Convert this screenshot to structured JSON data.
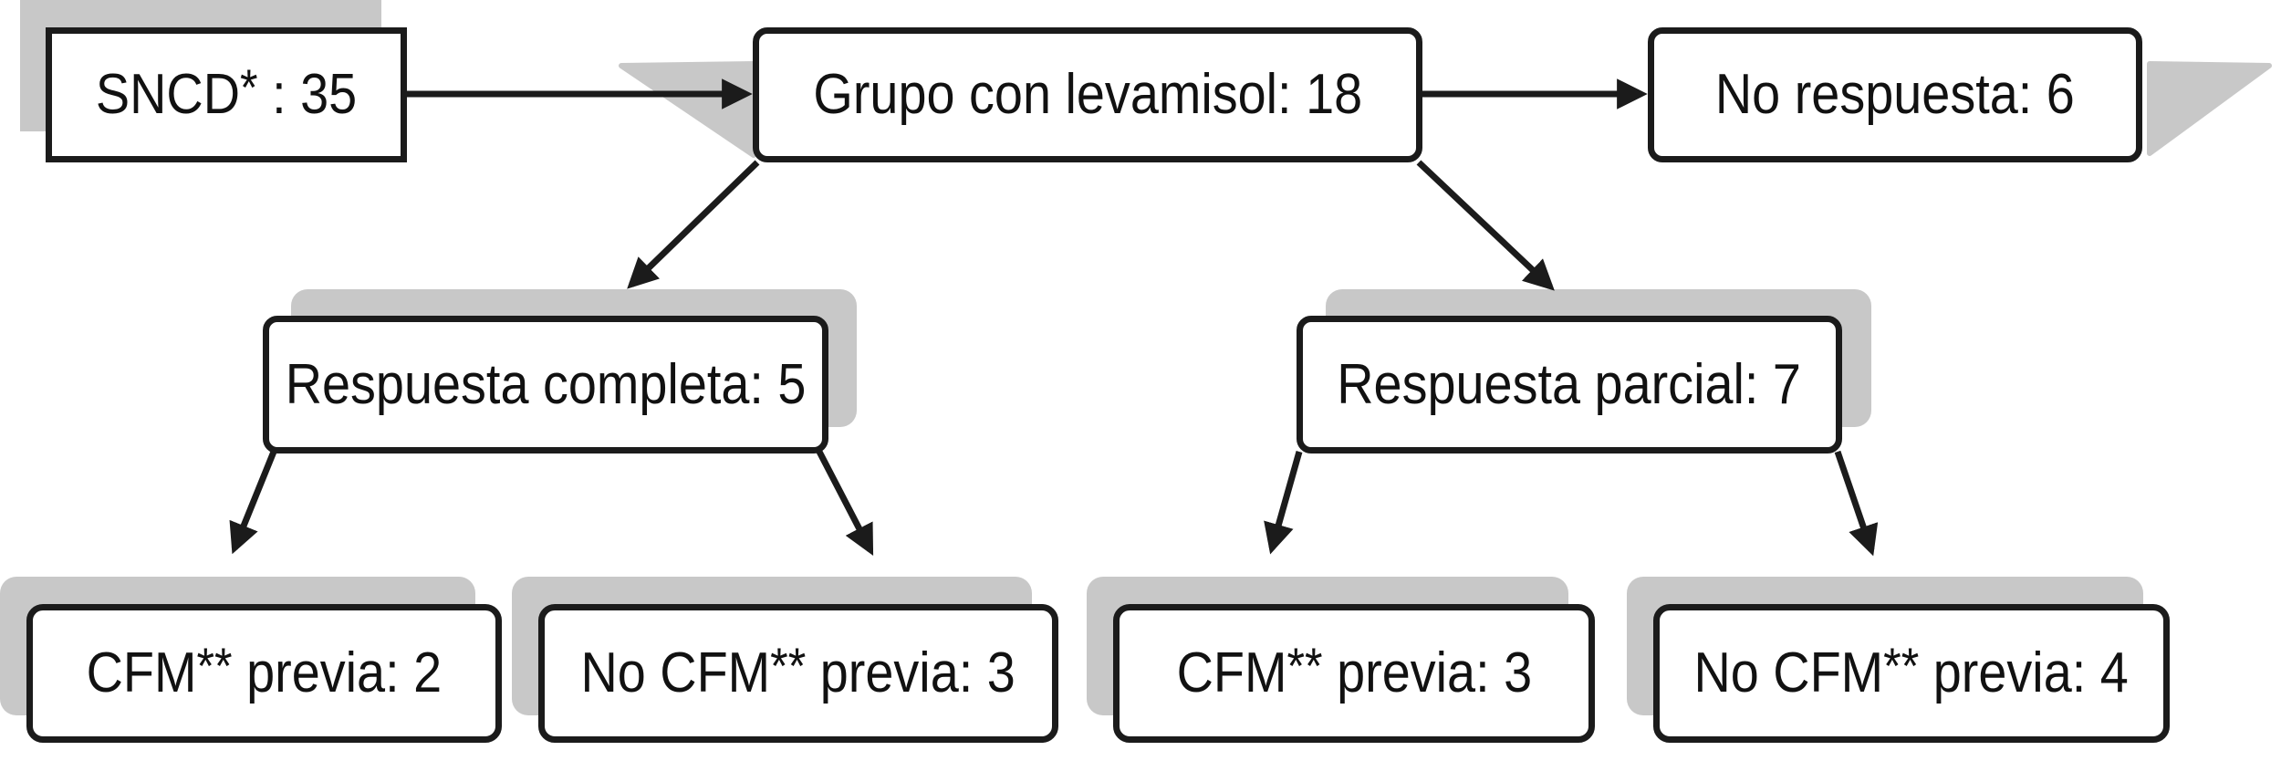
{
  "colors": {
    "background": "#ffffff",
    "border": "#1b1b1b",
    "text": "#111111",
    "shadow": "#c8c8c8"
  },
  "nodes": {
    "sncd": {
      "pre": "SNCD",
      "sup": "*",
      "post": " : 35"
    },
    "grupo": {
      "label": "Grupo con levamisol: 18"
    },
    "no_respuesta": {
      "label": "No respuesta: 6"
    },
    "respuesta_completa": {
      "label": "Respuesta completa: 5"
    },
    "respuesta_parcial": {
      "label": "Respuesta parcial: 7"
    },
    "cfm_previa_2": {
      "pre": "CFM",
      "sup": "**",
      "post": " previa: 2"
    },
    "no_cfm_previa_3": {
      "pre": "No CFM",
      "sup": "**",
      "post": " previa: 3"
    },
    "cfm_previa_3": {
      "pre": "CFM",
      "sup": "**",
      "post": " previa: 3"
    },
    "no_cfm_previa_4": {
      "pre": "No CFM",
      "sup": "**",
      "post": " previa: 4"
    }
  },
  "edges": [
    {
      "from": "sncd",
      "to": "grupo"
    },
    {
      "from": "grupo",
      "to": "no_respuesta"
    },
    {
      "from": "grupo",
      "to": "respuesta_completa"
    },
    {
      "from": "grupo",
      "to": "respuesta_parcial"
    },
    {
      "from": "respuesta_completa",
      "to": "cfm_previa_2"
    },
    {
      "from": "respuesta_completa",
      "to": "no_cfm_previa_3"
    },
    {
      "from": "respuesta_parcial",
      "to": "cfm_previa_3"
    },
    {
      "from": "respuesta_parcial",
      "to": "no_cfm_previa_4"
    }
  ]
}
